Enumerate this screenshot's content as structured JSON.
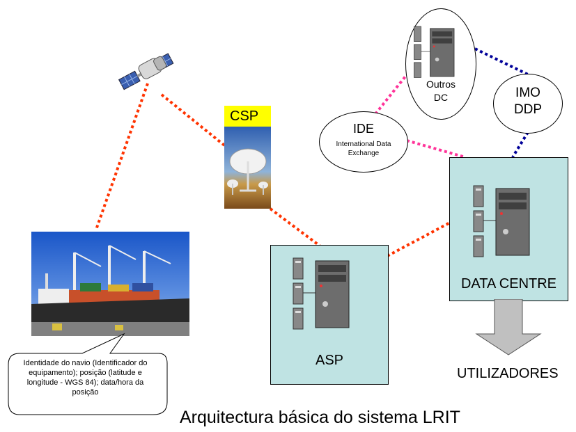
{
  "satellite": {
    "icon": "satellite-icon"
  },
  "csp": {
    "label": "CSP",
    "icon": "dish-antenna-icon"
  },
  "ship": {
    "icon": "cargo-ship-photo"
  },
  "callout": {
    "text": "Identidade do navio (Identificador do equipamento); posição (latitude e longitude - WGS 84); data/hora da posição"
  },
  "asp": {
    "label": "ASP",
    "icon": "server-icon"
  },
  "data_centre": {
    "label": "DATA CENTRE",
    "icon": "server-icon"
  },
  "outros_dc": {
    "line1": "Outros",
    "line2": "DC",
    "icon": "server-icon"
  },
  "ide": {
    "title": "IDE",
    "subtitle": "International Data Exchange"
  },
  "imo": {
    "line1": "IMO",
    "line2": "DDP"
  },
  "utilizadores": {
    "label": "UTILIZADORES"
  },
  "caption": {
    "text": "Arquitectura básica do sistema LRIT"
  },
  "colors": {
    "red_link": "#ff3300",
    "pink_link": "#ff3399",
    "blue_link": "#000099",
    "box_fill": "#bfe3e3",
    "csp_label_bg": "#ffff00"
  }
}
